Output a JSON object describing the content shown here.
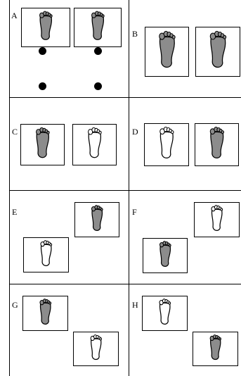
{
  "panels": [
    {
      "label": "A",
      "left_foot": "gray",
      "right_foot": "gray",
      "arrangement": "side-by-side",
      "has_dots": true
    },
    {
      "label": "B",
      "left_foot": "gray",
      "right_foot": "gray",
      "arrangement": "side-by-side",
      "has_dots": false
    },
    {
      "label": "C",
      "left_foot": "gray",
      "right_foot": "white",
      "arrangement": "side-by-side",
      "has_dots": false
    },
    {
      "label": "D",
      "left_foot": "white",
      "right_foot": "gray",
      "arrangement": "side-by-side",
      "has_dots": false
    },
    {
      "label": "E",
      "upper_foot": "gray",
      "lower_foot": "white",
      "arrangement": "upper-right-lower-left",
      "has_dots": false
    },
    {
      "label": "F",
      "upper_foot": "white",
      "lower_foot": "gray",
      "arrangement": "upper-right-lower-left",
      "has_dots": false
    },
    {
      "label": "G",
      "upper_foot": "gray",
      "lower_foot": "white",
      "arrangement": "upper-left-lower-right",
      "has_dots": false
    },
    {
      "label": "H",
      "upper_foot": "white",
      "lower_foot": "gray",
      "arrangement": "upper-left-lower-right",
      "has_dots": false
    }
  ],
  "colors": {
    "gray_fill": "#8c8c8c",
    "white_fill": "#ffffff",
    "outline": "#000000"
  }
}
